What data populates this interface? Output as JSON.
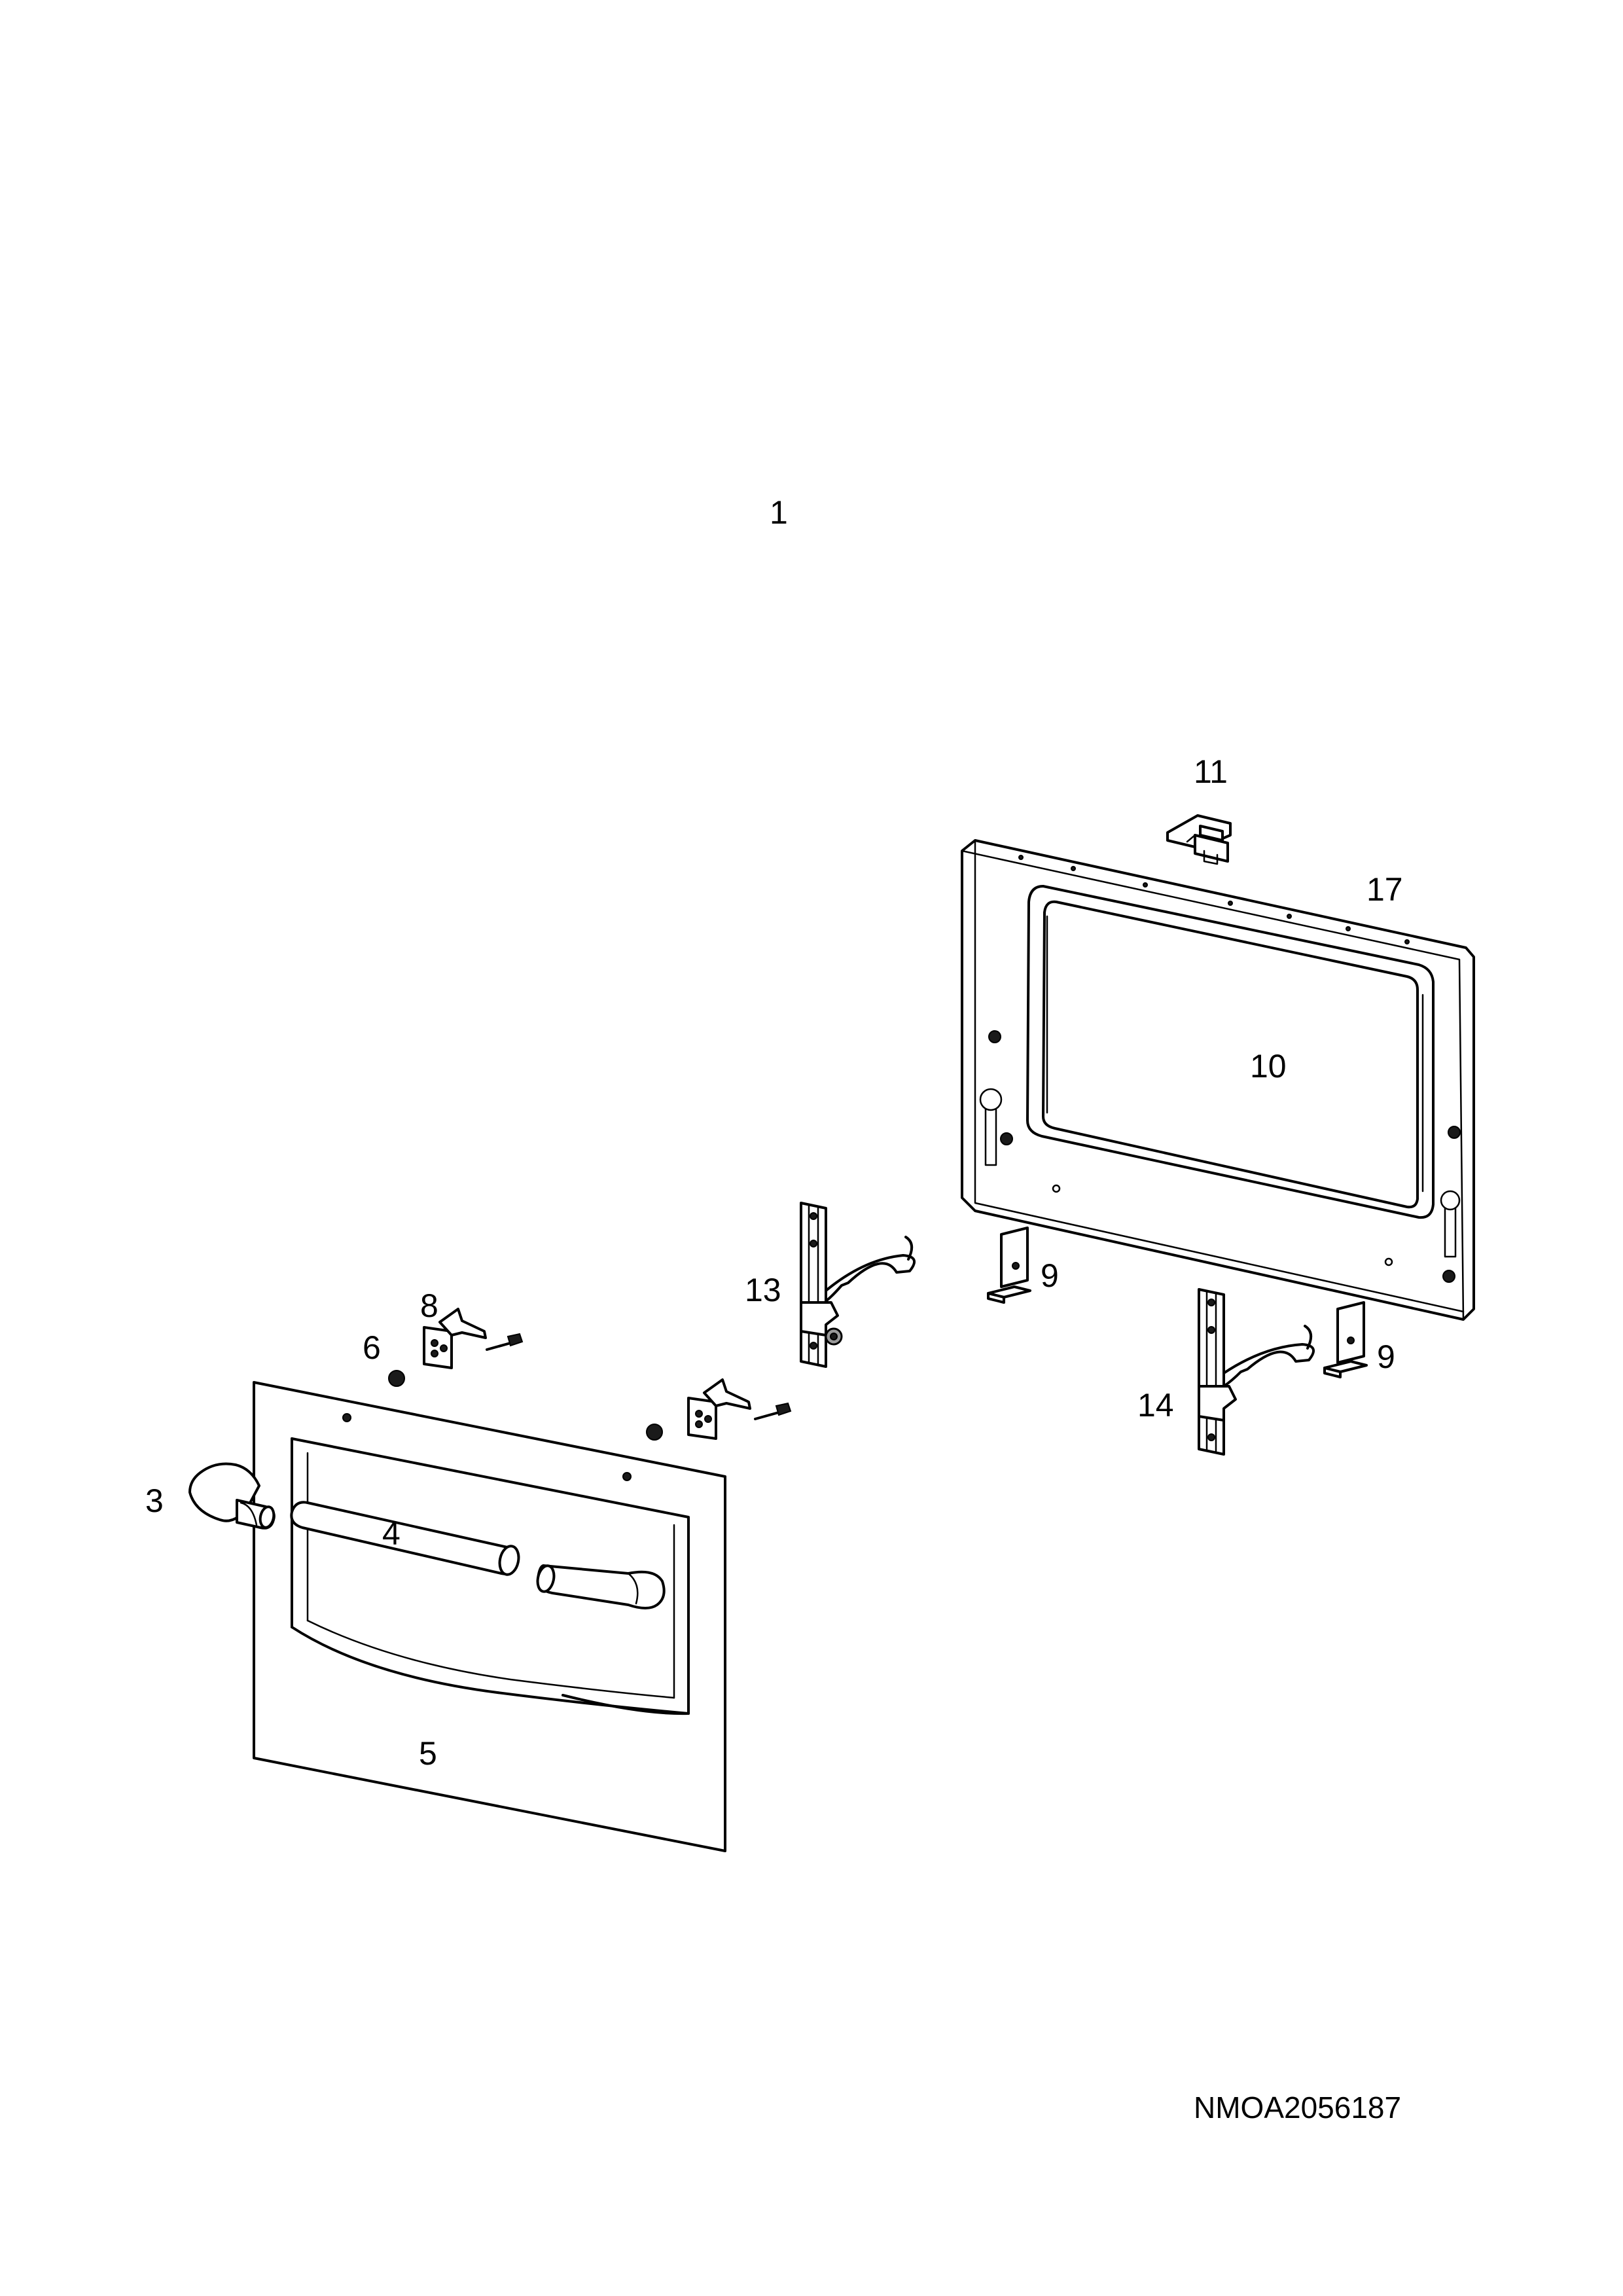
{
  "diagram": {
    "part_labels": {
      "p1": "1",
      "p3": "3",
      "p4": "4",
      "p5": "5",
      "p6": "6",
      "p8": "8",
      "p9a": "9",
      "p9b": "9",
      "p10": "10",
      "p11": "11",
      "p13": "13",
      "p14": "14",
      "p17": "17"
    },
    "drawing_code": "NMOA2056187"
  }
}
